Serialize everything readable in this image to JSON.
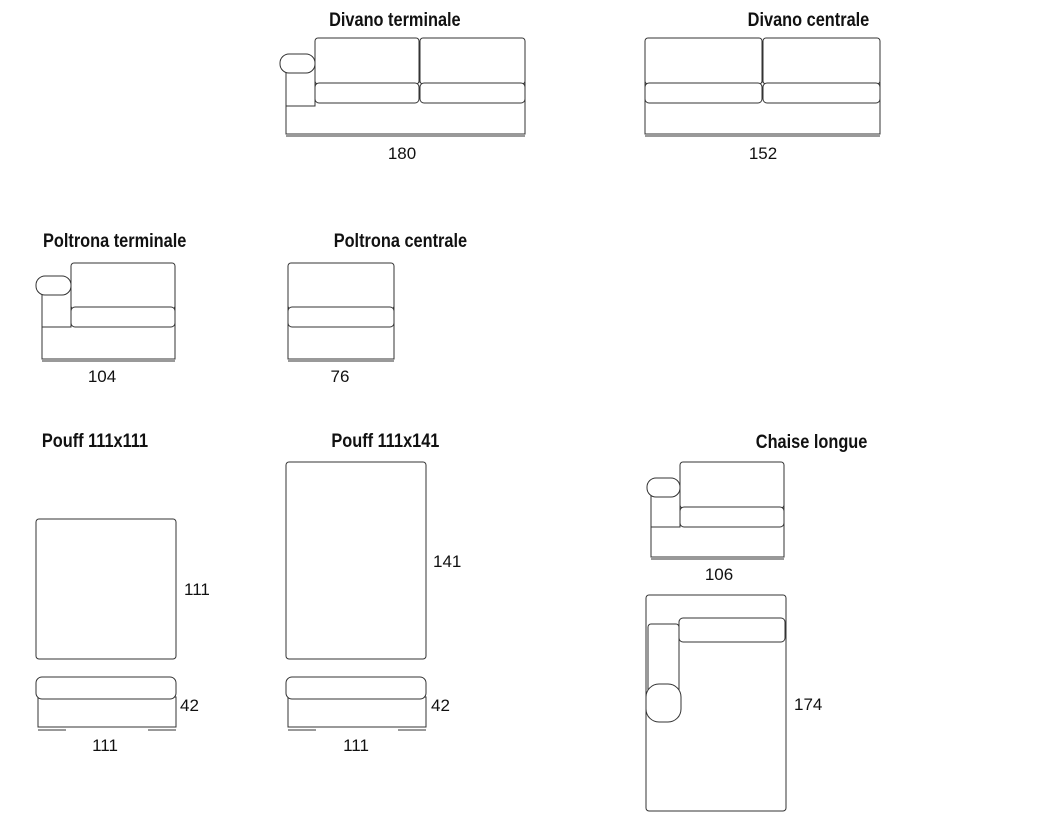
{
  "line_color": "#333333",
  "text_color": "#111111",
  "modules": {
    "divano_terminale": {
      "title": "Divano terminale",
      "width": "180"
    },
    "divano_centrale": {
      "title": "Divano centrale",
      "width": "152"
    },
    "poltrona_terminale": {
      "title": "Poltrona terminale",
      "width": "104"
    },
    "poltrona_centrale": {
      "title": "Poltrona centrale",
      "width": "76"
    },
    "pouff_111": {
      "title": "Pouff 111x111",
      "depth": "111",
      "height": "42",
      "width": "111"
    },
    "pouff_141": {
      "title": "Pouff 111x141",
      "depth": "141",
      "height": "42",
      "width": "111"
    },
    "chaise_longue": {
      "title": "Chaise longue",
      "width": "106",
      "depth": "174"
    }
  }
}
